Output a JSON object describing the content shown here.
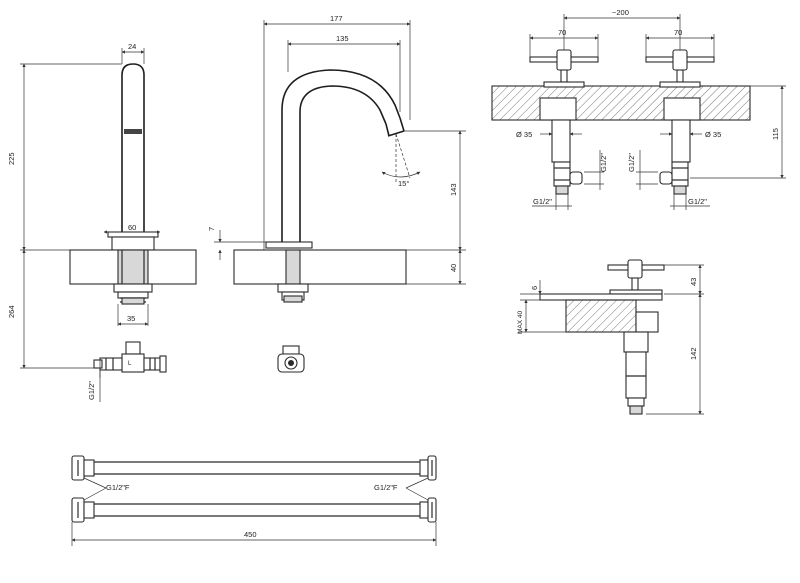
{
  "dimensions": {
    "spout_width": "24",
    "spout_height": "225",
    "below_deck_depth": "264",
    "base_width": "60",
    "shank_width": "35",
    "inlet_thread": "G1/2\"",
    "spout_reach_total": "177",
    "spout_reach_outlet": "135",
    "base_plate_thickness": "7",
    "spout_outlet_height": "143",
    "base_height": "40",
    "outlet_angle": "15°",
    "handle_spacing": "~200",
    "handle_width_left": "70",
    "handle_width_right": "70",
    "valve_diameter_left": "Ø 35",
    "valve_diameter_right": "Ø 35",
    "valve_thread_left": "G1/2\"",
    "valve_thread_right": "G1/2\"",
    "valve_outlet_left": "G1/2\"",
    "valve_outlet_right": "G1/2\"",
    "valve_depth": "115",
    "handle_height": "43",
    "handle_offset": "6",
    "max_deck_thickness": "MAX 40",
    "valve_total_depth": "142",
    "hose_thread_left": "G1/2\"F",
    "hose_thread_right": "G1/2\"F",
    "hose_length": "450"
  },
  "colors": {
    "line": "#2a2a2a",
    "hatch": "#555555",
    "background": "#ffffff"
  }
}
